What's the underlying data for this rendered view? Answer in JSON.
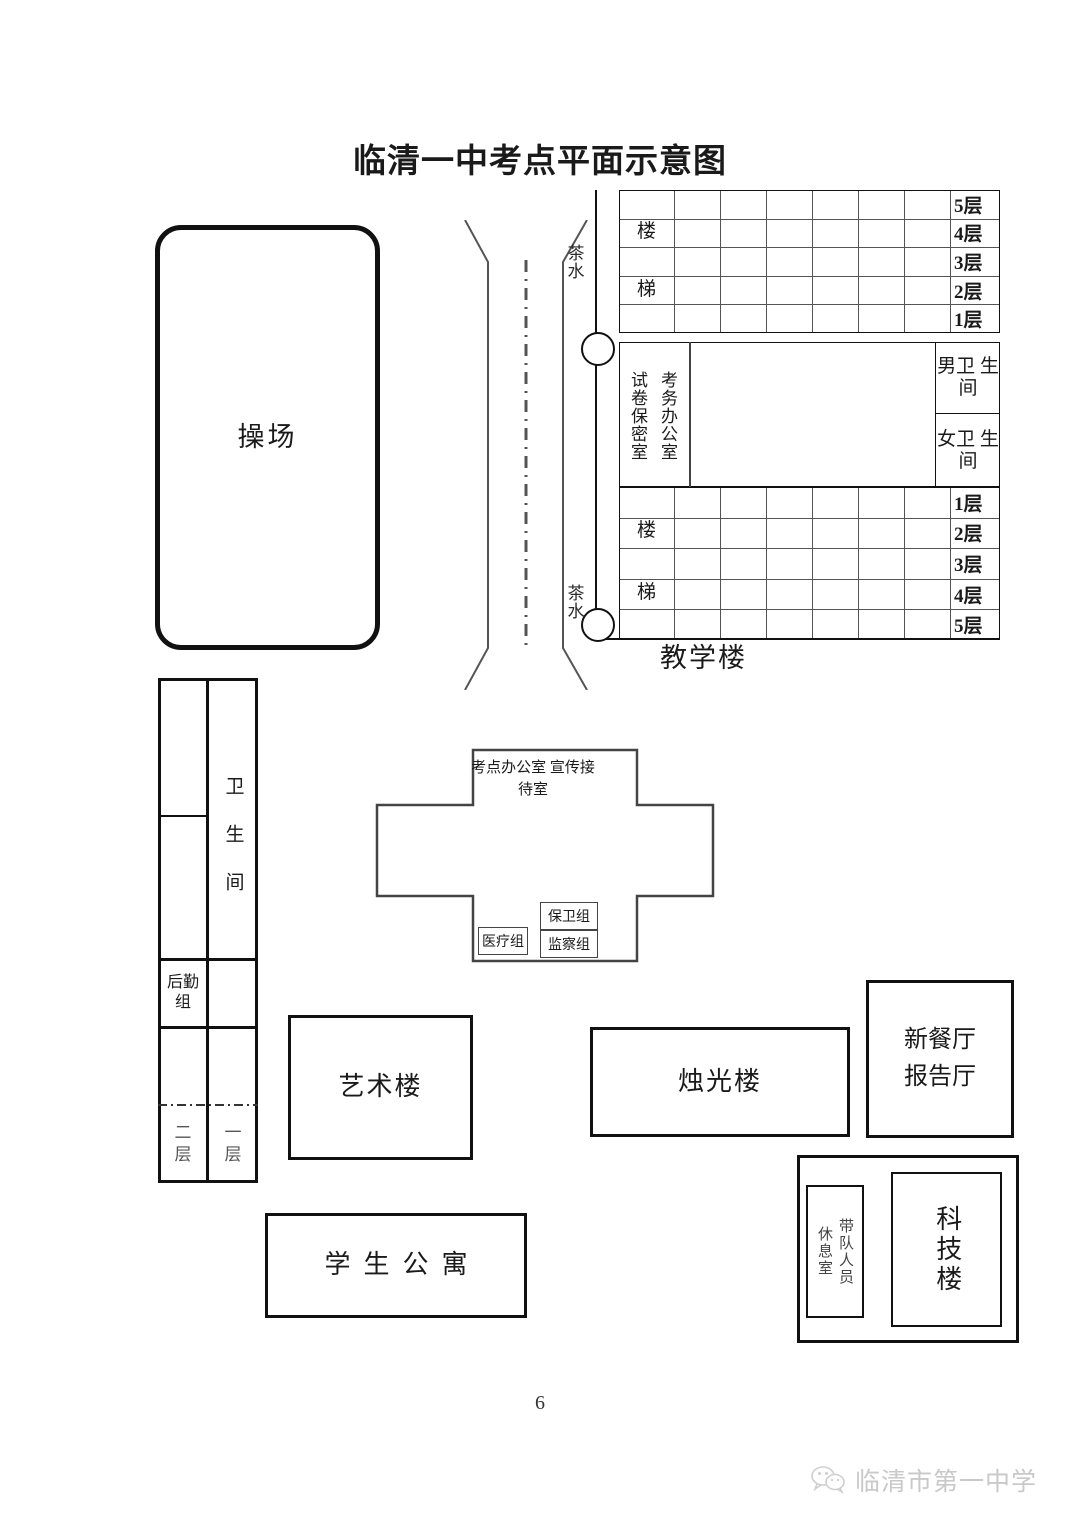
{
  "title": "临清一中考点平面示意图",
  "page_number": "6",
  "watermark": {
    "icon": "wechat-icon",
    "text": "临清市第一中学"
  },
  "playground": {
    "label": "操场"
  },
  "road": {
    "center_line_style": "dash-dot"
  },
  "teaching_building": {
    "name": "教学楼",
    "stairs_label_chars": [
      "楼",
      "梯"
    ],
    "tea_water_label": "茶\n水",
    "classroom_columns": 6,
    "upper_block": {
      "floors": [
        "5层",
        "4层",
        "3层",
        "2层",
        "1层"
      ]
    },
    "lower_block": {
      "floors": [
        "1层",
        "2层",
        "3层",
        "4层",
        "5层"
      ]
    },
    "middle_band": {
      "rooms": [
        "试卷保密室",
        "考务办公室"
      ],
      "restrooms": [
        "男卫\n生间",
        "女卫\n生间"
      ]
    }
  },
  "left_building": {
    "restroom_label": "卫 生 间",
    "logistics_label": "后勤\n组",
    "floor_left": "二\n层",
    "floor_right": "一\n层"
  },
  "cross_building": {
    "top_labels": "考点办公室\n宣传接待室",
    "rooms": [
      {
        "name": "医疗组"
      },
      {
        "name": "保卫组"
      },
      {
        "name": "监察组"
      }
    ]
  },
  "buildings": {
    "art": "艺术楼",
    "candlelight": "烛光楼",
    "canteen": "新餐厅\n报告厅",
    "dormitory": "学生公寓",
    "science": "科技楼",
    "rest_room": {
      "col_right": "带队人员",
      "col_left": "休息室"
    }
  },
  "colors": {
    "line": "#111111",
    "thin_line": "#555555",
    "watermark": "#c9c9c9"
  }
}
